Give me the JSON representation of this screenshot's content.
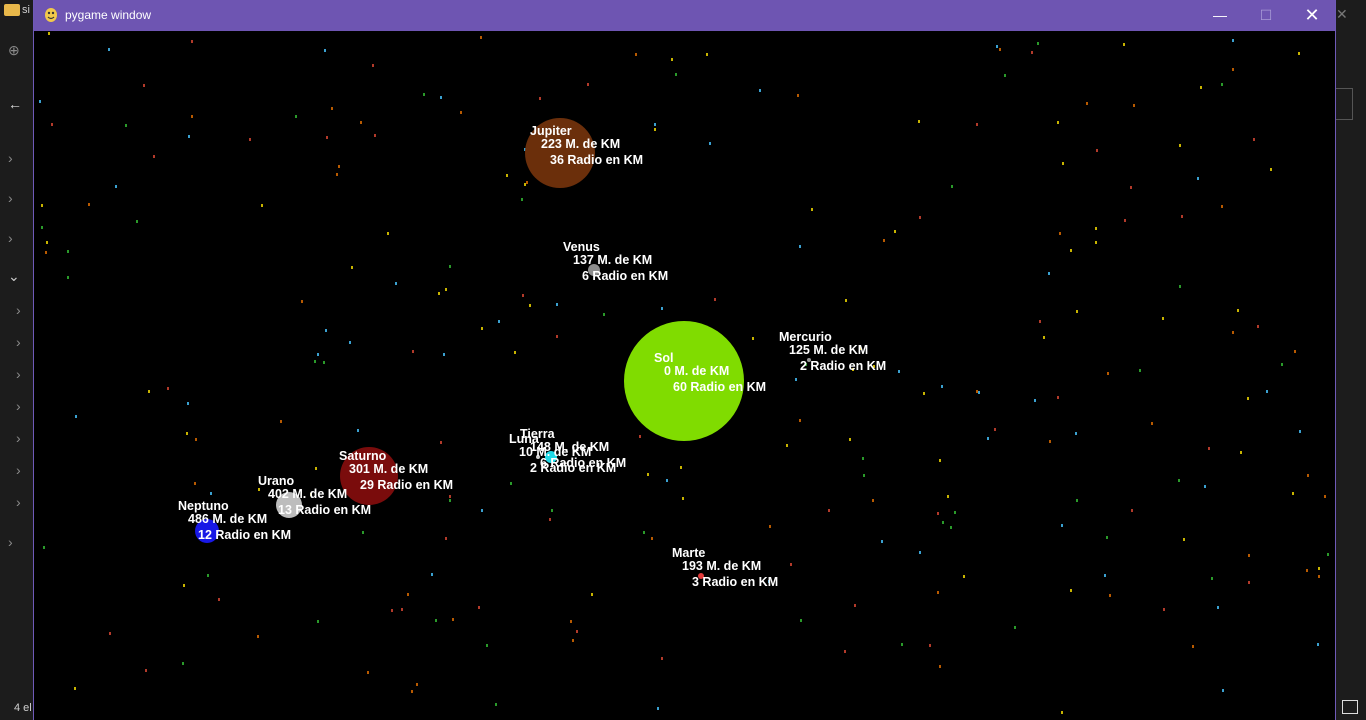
{
  "window": {
    "title": "pygame window",
    "accent": "#6e55b2",
    "controls": {
      "minimize": "—",
      "maximize": "☐",
      "close": "✕"
    }
  },
  "background_app": {
    "partial_text": "si",
    "status_text": "4 el"
  },
  "bodies": [
    {
      "name": "Jupiter",
      "distance": "223 M. de KM",
      "radius": "36 Radio en KM",
      "color": "#6b2f0b"
    },
    {
      "name": "Venus",
      "distance": "137 M. de KM",
      "radius": "6 Radio en KM",
      "color": "#8c8c8c"
    },
    {
      "name": "Sol",
      "distance": "0 M. de KM",
      "radius": "60 Radio en KM",
      "color": "#80dc00"
    },
    {
      "name": "Mercurio",
      "distance": "125 M. de KM",
      "radius": "2 Radio en KM",
      "color": "#9a9a9a"
    },
    {
      "name": "Tierra",
      "distance": "148 M. de KM",
      "radius": "6 Radio en KM",
      "color": "#1fd8e6"
    },
    {
      "name": "Luna",
      "distance": "10 M. de KM",
      "radius": "2 Radio en KM",
      "color": "#cfcfcf"
    },
    {
      "name": "Saturno",
      "distance": "301 M. de KM",
      "radius": "29 Radio en KM",
      "color": "#7a0c0c"
    },
    {
      "name": "Urano",
      "distance": "402 M. de KM",
      "radius": "13 Radio en KM",
      "color": "#bdbdbd"
    },
    {
      "name": "Neptuno",
      "distance": "486 M. de KM",
      "radius": "12 Radio en KM",
      "color": "#1818e6"
    },
    {
      "name": "Marte",
      "distance": "193 M. de KM",
      "radius": "3 Radio en KM",
      "color": "#e23a3a"
    }
  ],
  "star_colors": [
    "#b23a2a",
    "#2a9a2a",
    "#c8b400",
    "#b85a00",
    "#3aa0d0"
  ]
}
